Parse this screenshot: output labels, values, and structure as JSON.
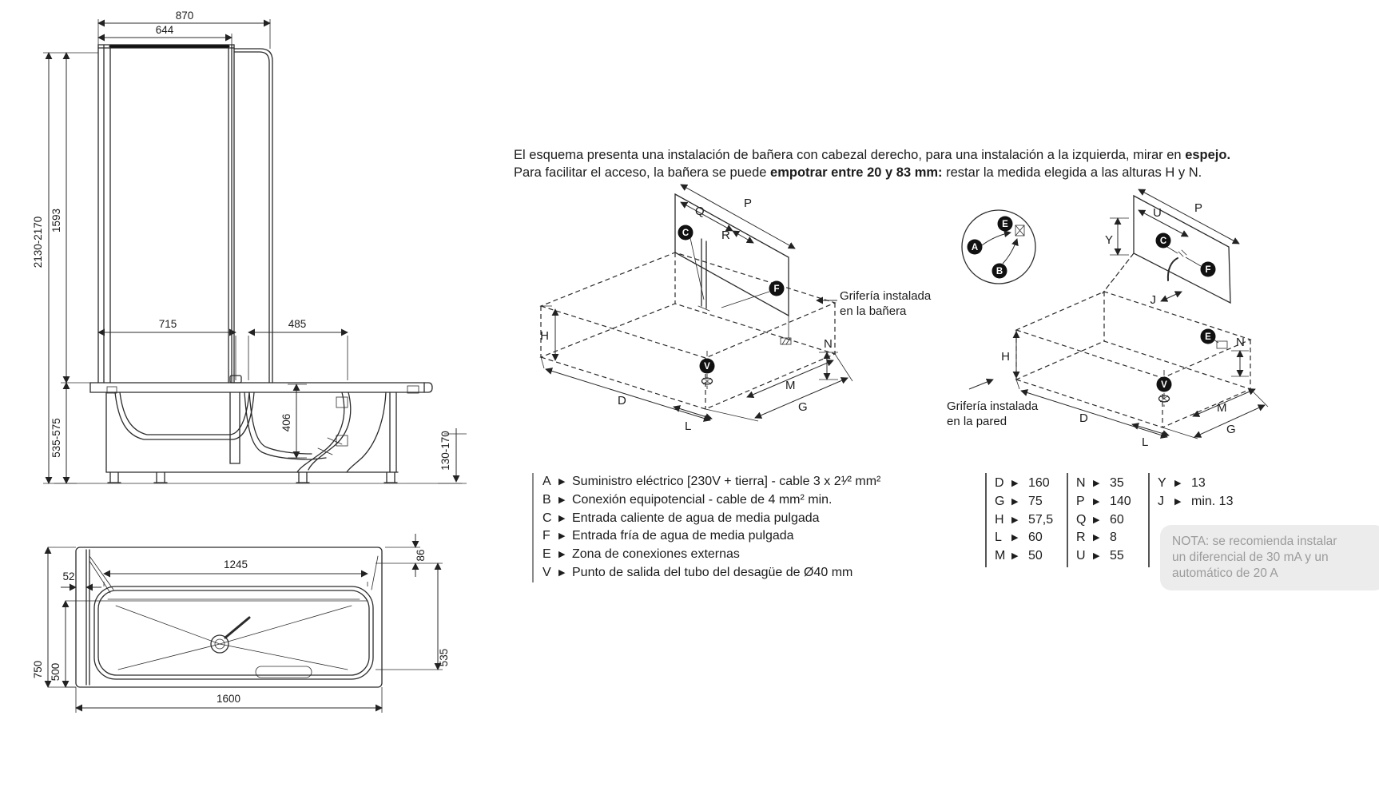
{
  "intro": {
    "line1_text": "El esquema presenta una instalación de bañera con cabezal derecho, para una instalación a la izquierda, mirar en ",
    "line1_bold": "espejo.",
    "line2_pre": "Para facilitar el acceso, la bañera se puede ",
    "line2_bold": "empotrar entre 20 y 83 mm:",
    "line2_post": " restar la medida elegida a las alturas H y N."
  },
  "front_view": {
    "dims": {
      "total_width": "870",
      "screen_width": "644",
      "screen_height": "1593",
      "total_height": "2130-2170",
      "tub_left_width": "715",
      "tub_right_width": "485",
      "inner_depth": "406",
      "tub_height": "535-575",
      "feet_height": "130-170"
    }
  },
  "plan_view": {
    "dims": {
      "rail_offset": "52",
      "inner_length": "1245",
      "rim_offset": "86",
      "total_depth": "750",
      "inner_depth": "500",
      "right_depth": "535",
      "total_length": "1600"
    }
  },
  "iso_bath": {
    "caption_line1": "Grifería instalada",
    "caption_line2": "en la bañera",
    "labels": {
      "H": "H",
      "D": "D",
      "L": "L",
      "M": "M",
      "G": "G",
      "N": "N",
      "P": "P",
      "Q": "Q",
      "R": "R"
    },
    "badges": {
      "C": "C",
      "F": "F",
      "V": "V"
    }
  },
  "iso_wall": {
    "caption_line1": "Grifería instalada",
    "caption_line2": "en la pared",
    "labels": {
      "H": "H",
      "D": "D",
      "L": "L",
      "M": "M",
      "G": "G",
      "N": "N",
      "P": "P",
      "U": "U",
      "Y": "Y",
      "J": "J"
    },
    "badges": {
      "A": "A",
      "B": "B",
      "E": "E",
      "C": "C",
      "F": "F",
      "V": "V",
      "E2": "E"
    }
  },
  "legend": {
    "bullet": "▶",
    "items": [
      {
        "key": "A",
        "text": "Suministro eléctrico [230V + tierra] - cable 3 x 2¹⁄² mm²"
      },
      {
        "key": "B",
        "text": "Conexión equipotencial - cable de 4 mm² min."
      },
      {
        "key": "C",
        "text": "Entrada caliente de agua de media pulgada"
      },
      {
        "key": "F",
        "text": "Entrada fría de agua de media pulgada"
      },
      {
        "key": "E",
        "text": "Zona de conexiones externas"
      },
      {
        "key": "V",
        "text": "Punto de salida del tubo del desagüe de Ø40 mm"
      }
    ]
  },
  "dim_table": {
    "bullet": "▶",
    "col1": [
      {
        "key": "D",
        "value": "160"
      },
      {
        "key": "G",
        "value": "75"
      },
      {
        "key": "H",
        "value": "57,5"
      },
      {
        "key": "L",
        "value": "60"
      },
      {
        "key": "M",
        "value": "50"
      }
    ],
    "col2": [
      {
        "key": "N",
        "value": "35"
      },
      {
        "key": "P",
        "value": "140"
      },
      {
        "key": "Q",
        "value": "60"
      },
      {
        "key": "R",
        "value": "8"
      },
      {
        "key": "U",
        "value": "55"
      }
    ],
    "col3": [
      {
        "key": "Y",
        "value": "13"
      },
      {
        "key": "J",
        "value": "min. 13"
      }
    ]
  },
  "note": {
    "line1": "NOTA: se recomienda instalar",
    "line2": "un diferencial de 30 mA y un",
    "line3": "automático de 20 A"
  },
  "colors": {
    "ink": "#1c1c1c",
    "note_bg": "#ececec",
    "note_text": "#9b9b9b"
  }
}
